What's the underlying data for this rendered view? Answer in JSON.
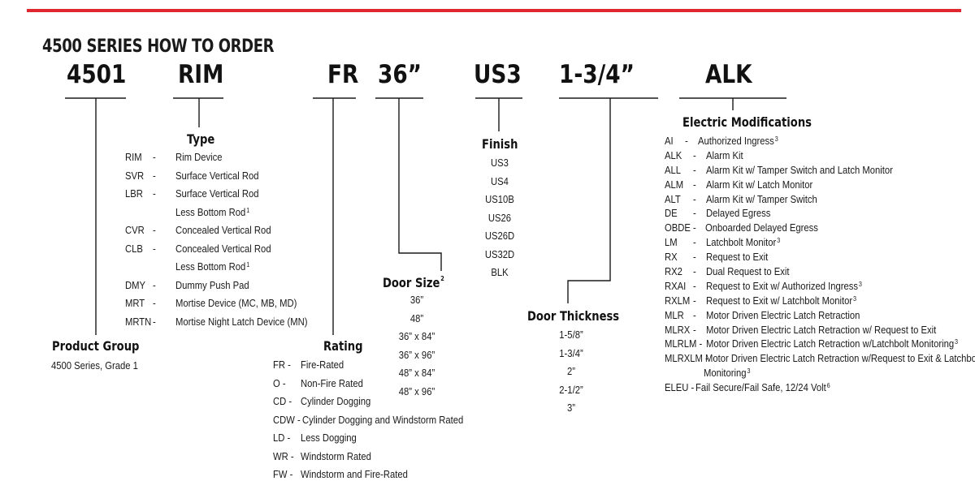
{
  "title": "4500 SERIES HOW TO ORDER",
  "codes": {
    "product": "4501",
    "type": "RIM",
    "rating": "FR",
    "size": "36”",
    "finish": "US3",
    "thickness": "1-3/4”",
    "electric": "ALK"
  },
  "product_group": {
    "header": "Product Group",
    "value": "4500 Series, Grade 1"
  },
  "type": {
    "header": "Type",
    "items": [
      {
        "code": "RIM",
        "dash": "-",
        "desc": "Rim Device",
        "sup": ""
      },
      {
        "code": "SVR",
        "dash": "-",
        "desc": "Surface Vertical Rod",
        "sup": ""
      },
      {
        "code": "LBR",
        "dash": "-",
        "desc": "Surface Vertical Rod",
        "sup": ""
      },
      {
        "code": "",
        "dash": "",
        "desc": "Less Bottom Rod",
        "sup": "1"
      },
      {
        "code": "CVR",
        "dash": "-",
        "desc": "Concealed Vertical Rod",
        "sup": ""
      },
      {
        "code": "CLB",
        "dash": "-",
        "desc": "Concealed Vertical Rod",
        "sup": ""
      },
      {
        "code": "",
        "dash": "",
        "desc": "Less Bottom Rod",
        "sup": "1"
      },
      {
        "code": "DMY",
        "dash": "-",
        "desc": "Dummy Push Pad",
        "sup": ""
      },
      {
        "code": "MRT",
        "dash": "-",
        "desc": "Mortise Device (MC, MB, MD)",
        "sup": ""
      },
      {
        "code": "MRTN",
        "dash": "-",
        "desc": "Mortise Night Latch Device (MN)",
        "sup": ""
      }
    ]
  },
  "rating": {
    "header": "Rating",
    "items": [
      {
        "code": "FR -",
        "desc": "Fire-Rated"
      },
      {
        "code": "O -",
        "desc": "Non-Fire Rated"
      },
      {
        "code": "CD -",
        "desc": "Cylinder Dogging"
      },
      {
        "code": "CDW -",
        "desc": "Cylinder Dogging and Windstorm Rated"
      },
      {
        "code": "LD -",
        "desc": "Less Dogging"
      },
      {
        "code": "WR -",
        "desc": "Windstorm Rated"
      },
      {
        "code": "FW -",
        "desc": "Windstorm and Fire-Rated"
      }
    ]
  },
  "door_size": {
    "header": "Door Size",
    "sup": "2",
    "items": [
      "36”",
      "48”",
      "36” x 84”",
      "36” x 96”",
      "48” x 84”",
      "48” x 96”"
    ]
  },
  "finish": {
    "header": "Finish",
    "items": [
      "US3",
      "US4",
      "US10B",
      "US26",
      "US26D",
      "US32D",
      "BLK"
    ]
  },
  "door_thickness": {
    "header": "Door Thickness",
    "items": [
      "1-5/8”",
      "1-3/4”",
      "2”",
      "2-1/2”",
      "3”"
    ]
  },
  "electric": {
    "header": "Electric Modifications",
    "items": [
      {
        "code": "AI",
        "sep": "-",
        "desc": "Authorized Ingress",
        "sup": "3"
      },
      {
        "code": "ALK",
        "sep": "-",
        "desc": "Alarm Kit",
        "sup": ""
      },
      {
        "code": "ALL",
        "sep": "-",
        "desc": "Alarm Kit w/ Tamper Switch and Latch Monitor",
        "sup": ""
      },
      {
        "code": "ALM",
        "sep": "-",
        "desc": "Alarm Kit w/ Latch Monitor",
        "sup": ""
      },
      {
        "code": "ALT",
        "sep": "-",
        "desc": "Alarm Kit w/ Tamper Switch",
        "sup": ""
      },
      {
        "code": "DE",
        "sep": "-",
        "desc": "Delayed Egress",
        "sup": ""
      },
      {
        "code": "OBDE -",
        "sep": "",
        "desc": "Onboarded Delayed Egress",
        "sup": ""
      },
      {
        "code": "LM",
        "sep": "-",
        "desc": "Latchbolt Monitor",
        "sup": "3"
      },
      {
        "code": "RX",
        "sep": "-",
        "desc": "Request to Exit",
        "sup": ""
      },
      {
        "code": "RX2",
        "sep": "-",
        "desc": "Dual Request to Exit",
        "sup": ""
      },
      {
        "code": "RXAI",
        "sep": "-",
        "desc": "Request to Exit w/ Authorized Ingress",
        "sup": "3"
      },
      {
        "code": "RXLM",
        "sep": "-",
        "desc": "Request to Exit w/ Latchbolt Monitor",
        "sup": "3"
      },
      {
        "code": "MLR",
        "sep": "-",
        "desc": "Motor Driven Electric Latch Retraction",
        "sup": ""
      },
      {
        "code": "MLRX",
        "sep": "-",
        "desc": "Motor Driven Electric Latch Retraction w/ Request to Exit",
        "sup": ""
      },
      {
        "code": "MLRLM -",
        "sep": "",
        "desc": "Motor Driven Electric Latch Retraction w/Latchbolt Monitoring",
        "sup": "3"
      },
      {
        "code": "MLRXLM -",
        "sep": "",
        "desc": "Motor Driven Electric Latch Retraction w/Request to Exit & Latchbolt",
        "sup": ""
      },
      {
        "code": "",
        "sep": "",
        "desc": "Monitoring",
        "sup": "3"
      },
      {
        "code": "ELEU -",
        "sep": "",
        "desc": "Fail Secure/Fail Safe, 12/24 Volt",
        "sup": "6"
      }
    ]
  }
}
